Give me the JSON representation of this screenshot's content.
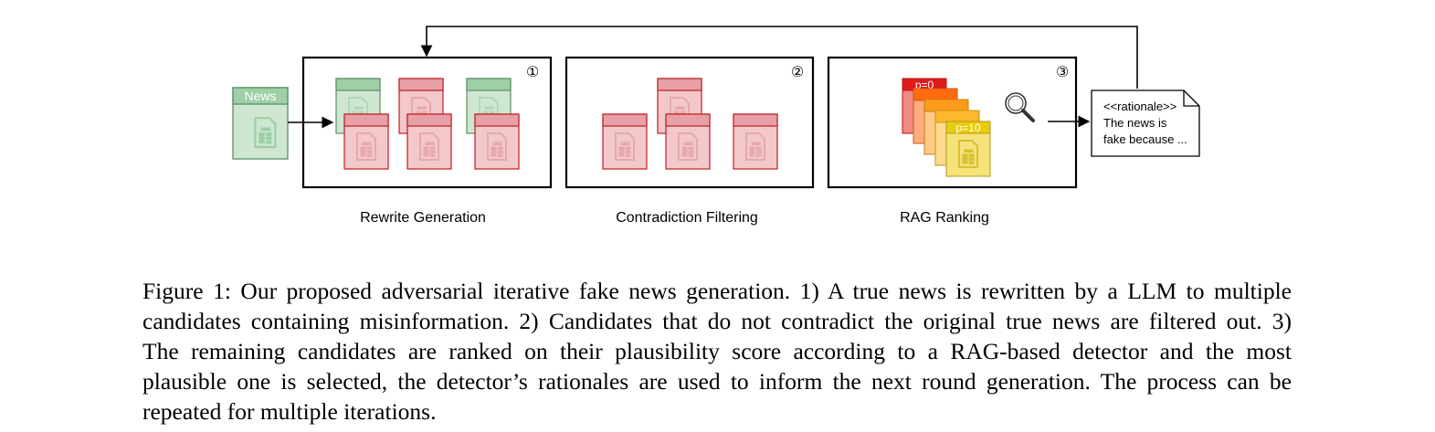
{
  "diagram": {
    "news_label": "News",
    "stages": [
      {
        "number": "①",
        "label": "Rewrite Generation"
      },
      {
        "number": "②",
        "label": "Contradiction Filtering"
      },
      {
        "number": "③",
        "label": "RAG Ranking"
      }
    ],
    "rank_top": "p=0",
    "rank_bottom": "p=10",
    "rationale_lines": [
      "<<rationale>>",
      "The news is",
      "fake because ..."
    ]
  },
  "caption": {
    "lines": [
      "Figure 1: Our proposed adversarial iterative fake news generation. 1) A true news is rewritten by a LLM to multiple",
      "candidates containing misinformation. 2) Candidates that do not contradict the original true news are filtered out. 3)",
      "The remaining candidates are ranked on their plausibility score according to a RAG-based detector and the most",
      "plausible one is selected, the detector’s rationales are used to inform the next round generation. The process can be",
      "repeated for multiple iterations."
    ]
  },
  "colors": {
    "green_fill": "#cfe6d1",
    "green_header": "#9fcfa6",
    "green_stroke": "#5a8f62",
    "red_fill": "#f2c8ca",
    "red_header": "#e7a1a6",
    "red_stroke": "#c11d25",
    "rank_colors": [
      "#e01b1b",
      "#ff6b0d",
      "#ff9a1a",
      "#ffb830",
      "#e8cc10"
    ]
  }
}
